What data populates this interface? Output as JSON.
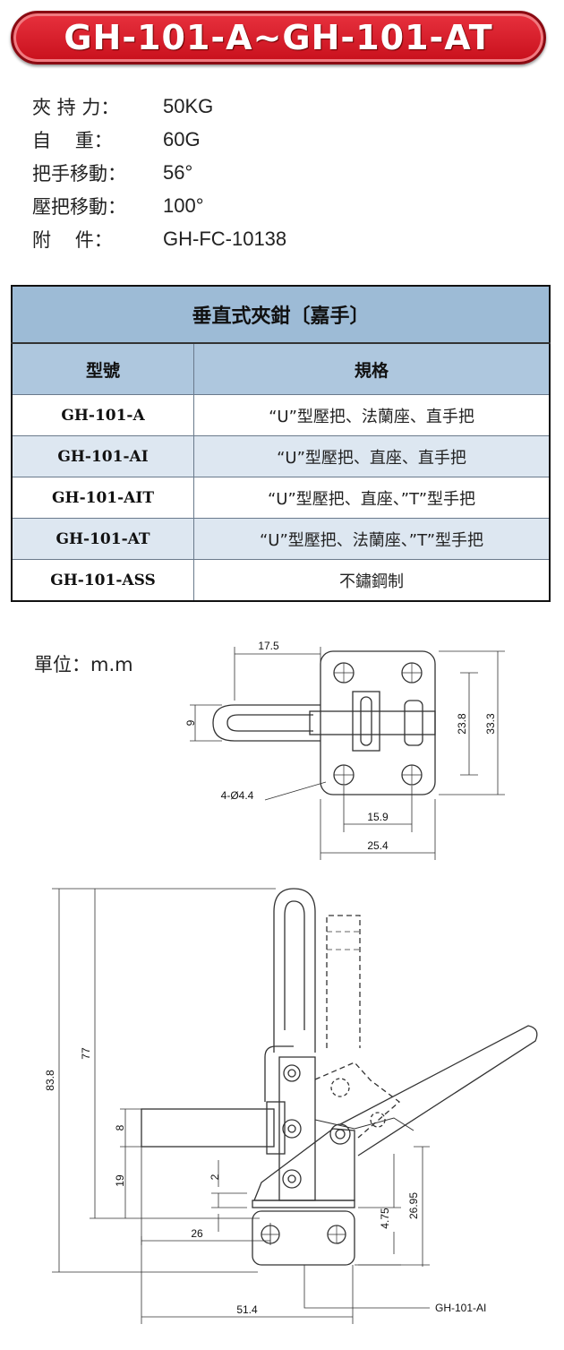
{
  "header": {
    "title": "GH-101-A~GH-101-AT"
  },
  "specs": [
    {
      "label": "夾 持 力：",
      "value": "50KG"
    },
    {
      "label": "自    重：",
      "value": "60G"
    },
    {
      "label": "把手移動：",
      "value": "56°"
    },
    {
      "label": "壓把移動：",
      "value": "100°"
    },
    {
      "label": "附    件：",
      "value": "GH-FC-10138"
    }
  ],
  "table": {
    "title": "垂直式夾鉗〔嘉手〕",
    "col_model": "型號",
    "col_spec": "規格",
    "rows": [
      {
        "model": "GH-101-A",
        "spec": "“U”型壓把、法蘭座、直手把"
      },
      {
        "model": "GH-101-AI",
        "spec": "“U”型壓把、直座、直手把"
      },
      {
        "model": "GH-101-AIT",
        "spec": "“U”型壓把、直座、”T”型手把"
      },
      {
        "model": "GH-101-AT",
        "spec": "“U”型壓把、法蘭座、”T”型手把"
      },
      {
        "model": "GH-101-ASS",
        "spec": "不鏽鋼制"
      }
    ]
  },
  "drawing": {
    "unit": "單位：m.m",
    "dims": {
      "d17_5": "17.5",
      "d9": "9",
      "d23_8": "23.8",
      "d33_3": "33.3",
      "hole": "4-Ø4.4",
      "d15_9": "15.9",
      "d25_4": "25.4",
      "d83_8": "83.8",
      "d77": "77",
      "d8": "8",
      "d19": "19",
      "d2": "2",
      "d26": "26",
      "d4_75": "4.75",
      "d26_95": "26.95",
      "d51_4": "51.4",
      "model": "GH-101-AI"
    }
  }
}
